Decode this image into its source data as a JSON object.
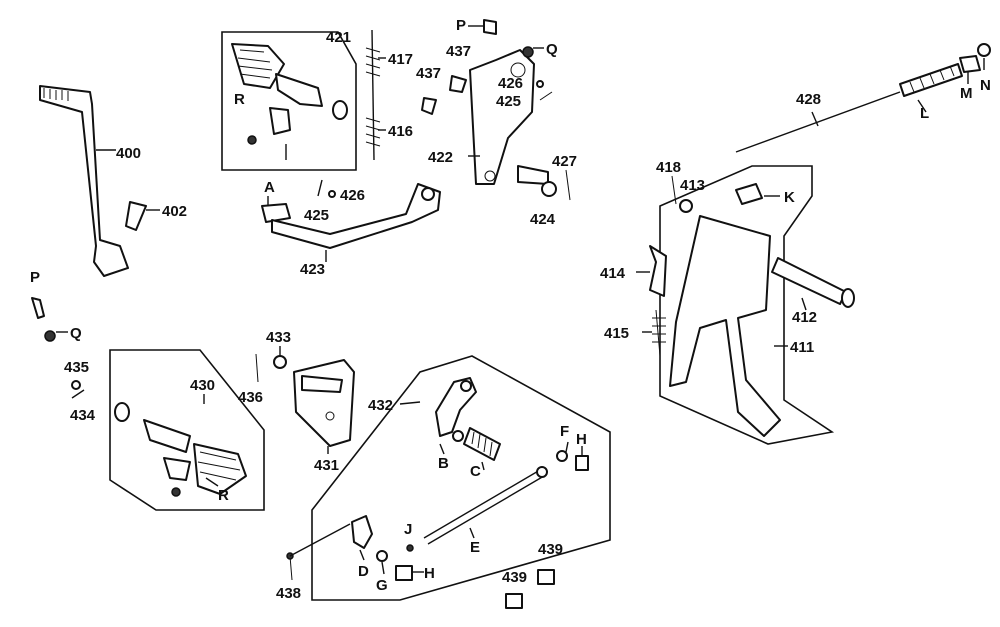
{
  "labels": [
    {
      "id": "400",
      "text": "400"
    },
    {
      "id": "402",
      "text": "402"
    },
    {
      "id": "P1",
      "text": "P"
    },
    {
      "id": "Q1",
      "text": "Q"
    },
    {
      "id": "435",
      "text": "435"
    },
    {
      "id": "434",
      "text": "434"
    },
    {
      "id": "421",
      "text": "421"
    },
    {
      "id": "R1",
      "text": "R"
    },
    {
      "id": "417",
      "text": "417"
    },
    {
      "id": "416",
      "text": "416"
    },
    {
      "id": "A",
      "text": "A"
    },
    {
      "id": "425a",
      "text": "425"
    },
    {
      "id": "426a",
      "text": "426"
    },
    {
      "id": "423",
      "text": "423"
    },
    {
      "id": "P2",
      "text": "P"
    },
    {
      "id": "Q2",
      "text": "Q"
    },
    {
      "id": "437a",
      "text": "437"
    },
    {
      "id": "437b",
      "text": "437"
    },
    {
      "id": "426b",
      "text": "426"
    },
    {
      "id": "425b",
      "text": "425"
    },
    {
      "id": "422",
      "text": "422"
    },
    {
      "id": "427",
      "text": "427"
    },
    {
      "id": "424",
      "text": "424"
    },
    {
      "id": "428",
      "text": "428"
    },
    {
      "id": "L",
      "text": "L"
    },
    {
      "id": "M",
      "text": "M"
    },
    {
      "id": "N",
      "text": "N"
    },
    {
      "id": "418",
      "text": "418"
    },
    {
      "id": "413",
      "text": "413"
    },
    {
      "id": "K",
      "text": "K"
    },
    {
      "id": "414",
      "text": "414"
    },
    {
      "id": "412",
      "text": "412"
    },
    {
      "id": "415",
      "text": "415"
    },
    {
      "id": "411",
      "text": "411"
    },
    {
      "id": "433",
      "text": "433"
    },
    {
      "id": "436",
      "text": "436"
    },
    {
      "id": "430",
      "text": "430"
    },
    {
      "id": "R2",
      "text": "R"
    },
    {
      "id": "431",
      "text": "431"
    },
    {
      "id": "432",
      "text": "432"
    },
    {
      "id": "B",
      "text": "B"
    },
    {
      "id": "C",
      "text": "C"
    },
    {
      "id": "F",
      "text": "F"
    },
    {
      "id": "H1",
      "text": "H"
    },
    {
      "id": "E",
      "text": "E"
    },
    {
      "id": "J",
      "text": "J"
    },
    {
      "id": "D",
      "text": "D"
    },
    {
      "id": "G",
      "text": "G"
    },
    {
      "id": "H2",
      "text": "H"
    },
    {
      "id": "438",
      "text": "438"
    },
    {
      "id": "439a",
      "text": "439"
    },
    {
      "id": "439b",
      "text": "439"
    }
  ]
}
